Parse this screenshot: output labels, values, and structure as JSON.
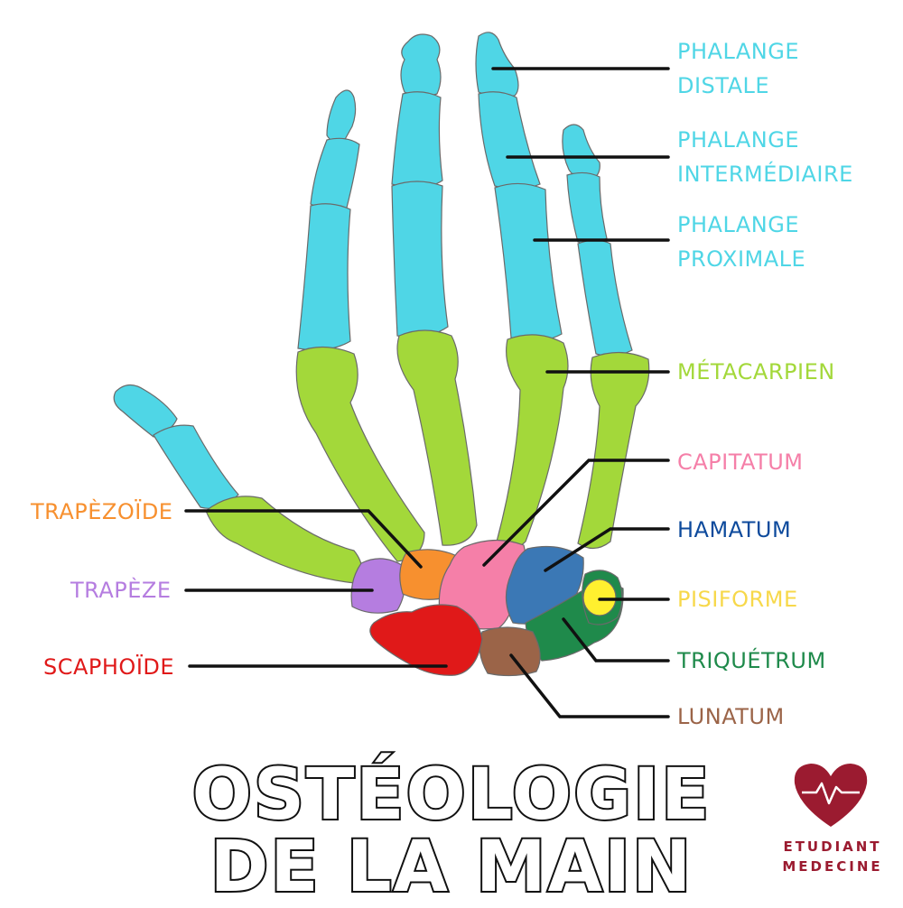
{
  "colors": {
    "phalanx": "#4fd6e6",
    "metacarpal": "#a3d83a",
    "capitatum": "#f57fa8",
    "trapezoide": "#f7902f",
    "trapeze": "#b57de0",
    "scaphoide": "#e01919",
    "hamatum": "#3b78b5",
    "pisiforme": "#fff02f",
    "triquetrum": "#1f8a4b",
    "lunatum": "#9b6448",
    "line": "#111111",
    "brand": "#9b1b30"
  },
  "labels": {
    "phalange_distale_1": "PHALANGE",
    "phalange_distale_2": "DISTALE",
    "phalange_intermediaire_1": "PHALANGE",
    "phalange_intermediaire_2": "INTERMÉDIAIRE",
    "phalange_proximale_1": "PHALANGE",
    "phalange_proximale_2": "PROXIMALE",
    "metacarpien": "MÉTACARPIEN",
    "capitatum": "CAPITATUM",
    "hamatum": "HAMATUM",
    "pisiforme": "PISIFORME",
    "triquetrum": "TRIQUÉTRUM",
    "lunatum": "LUNATUM",
    "trapezoide": "TRAPÈZOÏDE",
    "trapeze": "TRAPÈZE",
    "scaphoide": "SCAPHOÏDE"
  },
  "title": {
    "line1": "OSTÉOLOGIE",
    "line2": "DE LA MAIN"
  },
  "logo": {
    "line1": "ETUDIANT",
    "line2": "MEDECINE",
    "icon": "heart-pulse-icon"
  }
}
